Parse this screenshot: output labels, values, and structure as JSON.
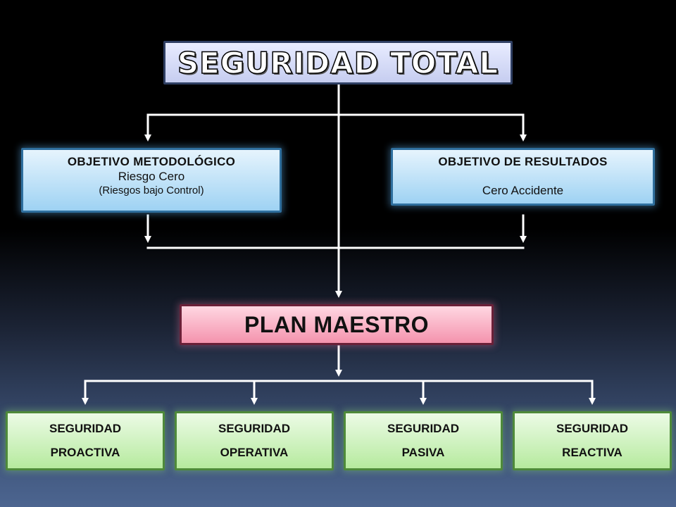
{
  "title": "SEGURIDAD TOTAL",
  "objectives": {
    "left": {
      "heading": "OBJETIVO METODOLÓGICO",
      "line1": "Riesgo Cero",
      "line2": "(Riesgos bajo Control)"
    },
    "right": {
      "heading": "OBJETIVO DE RESULTADOS",
      "line1": "Cero Accidente"
    }
  },
  "plan": "PLAN MAESTRO",
  "segments": [
    {
      "line1": "SEGURIDAD",
      "line2": "PROACTIVA"
    },
    {
      "line1": "SEGURIDAD",
      "line2": "OPERATIVA"
    },
    {
      "line1": "SEGURIDAD",
      "line2": "PASIVA"
    },
    {
      "line1": "SEGURIDAD",
      "line2": "REACTIVA"
    }
  ],
  "colors": {
    "connector": "#ffffff",
    "title_fill": "#c6cdf0",
    "objective_fill": "#9ed2f3",
    "plan_fill": "#f493ad",
    "segment_fill": "#b6ea9e"
  }
}
